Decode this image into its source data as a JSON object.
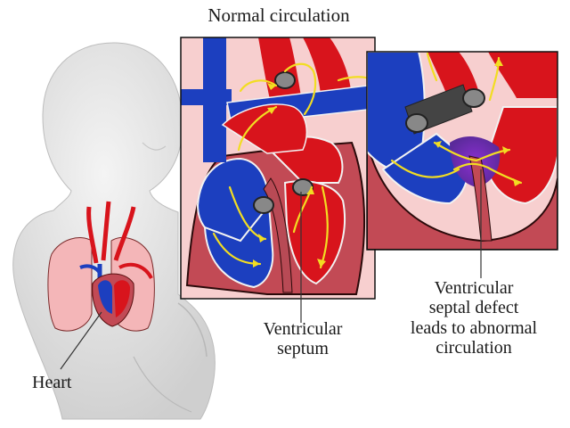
{
  "labels": {
    "title": "Normal circulation",
    "ventricular_septum": [
      "Ventricular",
      "septum"
    ],
    "vsd": [
      "Ventricular",
      "septal defect",
      "leads to abnormal",
      "circulation"
    ],
    "heart": "Heart"
  },
  "colors": {
    "oxygenated": "#d8141c",
    "deoxygenated": "#1c3fbf",
    "mixed": "#7a2fb8",
    "flow_arrow": "#f2dd22",
    "muscle": "#c24a55",
    "lung": "#f4b6b8",
    "skin": "#e4e4e4"
  }
}
